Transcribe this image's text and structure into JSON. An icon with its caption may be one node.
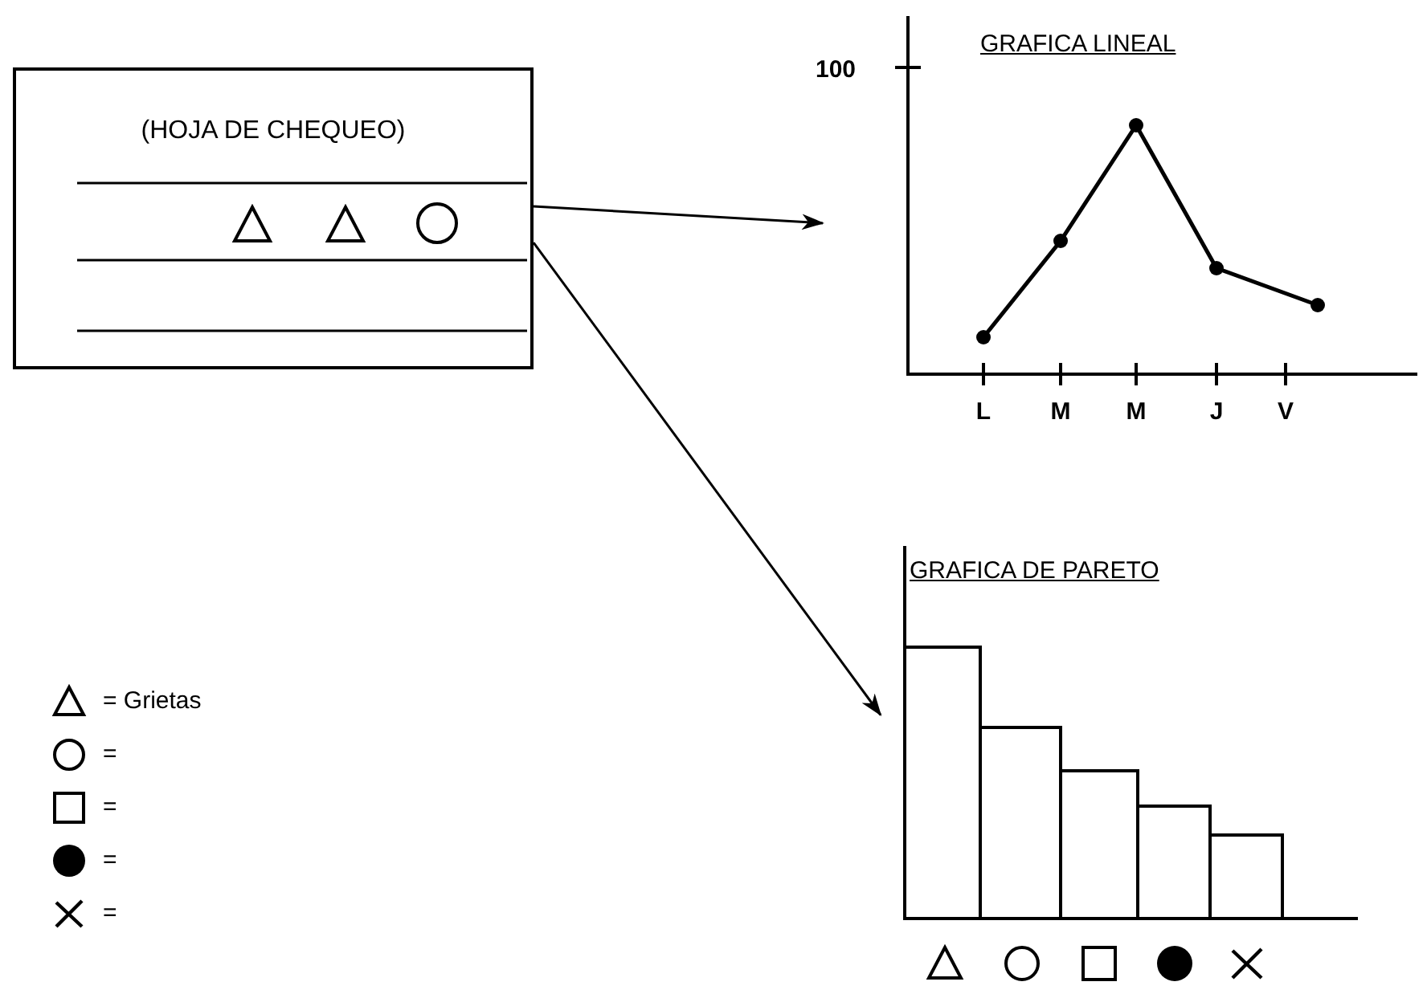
{
  "diagram": {
    "nodes": [
      {
        "text": [
          "(HOJA DE CHEQUEO)"
        ]
      },
      {
        "text": [
          "GRAFICA LINEAL"
        ]
      },
      {
        "text": [
          "GRAFICA DE PARETO"
        ]
      }
    ],
    "edges": [
      {
        "from": 0,
        "to": 1,
        "arrow": "to"
      },
      {
        "from": 0,
        "to": 2,
        "arrow": "to"
      }
    ],
    "labels": [
      "100",
      "L",
      "M",
      "M",
      "J",
      "V"
    ],
    "legend": [
      {
        "text": "= Grietas"
      },
      {
        "text": "="
      },
      {
        "text": "="
      },
      {
        "text": "="
      },
      {
        "text": "="
      }
    ]
  }
}
